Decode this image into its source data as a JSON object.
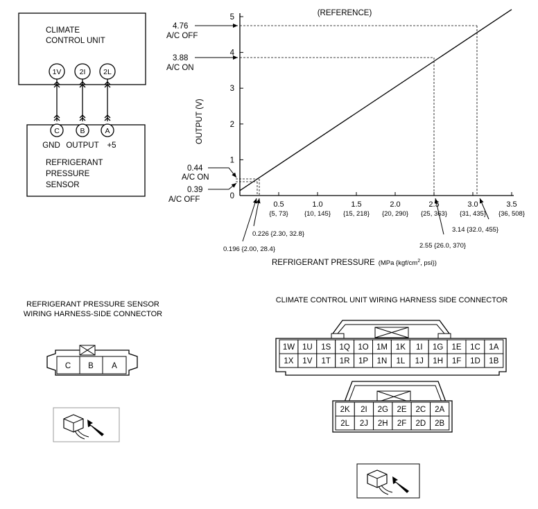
{
  "ccu": {
    "title_line1": "CLIMATE",
    "title_line2": "CONTROL UNIT",
    "terminals": [
      "1V",
      "2I",
      "2L"
    ]
  },
  "sensor": {
    "terminals": [
      "C",
      "B",
      "A"
    ],
    "terminal_labels": [
      "GND",
      "OUTPUT",
      "+5"
    ],
    "name_line1": "REFRIGERANT",
    "name_line2": "PRESSURE",
    "name_line3": "SENSOR"
  },
  "chart_data": {
    "type": "line",
    "title": "(REFERENCE)",
    "ylabel": "OUTPUT (V)",
    "xlabel": "REFRIGERANT PRESSURE",
    "xlabel_unit_prefix": "(MPa {kgf/cm",
    "xlabel_unit_sup": "2",
    "xlabel_unit_suffix": ", psi})",
    "xlim": [
      0,
      3.5
    ],
    "ylim": [
      0,
      5
    ],
    "y_ticks": [
      "0",
      "1",
      "2",
      "3",
      "4",
      "5"
    ],
    "x_ticks": [
      {
        "value": "0.5",
        "sub": "{5, 73}"
      },
      {
        "value": "1.0",
        "sub": "{10, 145}"
      },
      {
        "value": "1.5",
        "sub": "{15, 218}"
      },
      {
        "value": "2.0",
        "sub": "{20, 290}"
      },
      {
        "value": "2.5",
        "sub": "{25, 363}"
      },
      {
        "value": "3.0",
        "sub": "{31, 435}"
      },
      {
        "value": "3.5",
        "sub": "{36, 508}"
      }
    ],
    "x": [
      0,
      3.5
    ],
    "y": [
      0.14,
      5.2
    ],
    "annotations": {
      "ac_off_high_value": "4.76",
      "ac_off_high_label": "A/C OFF",
      "ac_on_high_value": "3.88",
      "ac_on_high_label": "A/C ON",
      "ac_on_low_value": "0.44",
      "ac_on_low_label": "A/C ON",
      "ac_off_low_value": "0.39",
      "ac_off_low_label": "A/C OFF",
      "p_0196": "0.196 {2.00, 28.4}",
      "p_0226": "0.226 {2.30, 32.8}",
      "p_255": "2.55 {26.0, 370}",
      "p_314": "3.14 {32.0, 455}"
    }
  },
  "sensor_connector": {
    "title_line1": "REFRIGERANT PRESSURE SENSOR",
    "title_line2": "WIRING HARNESS-SIDE CONNECTOR",
    "pins": [
      "C",
      "B",
      "A"
    ]
  },
  "ccu_connector": {
    "title": "CLIMATE CONTROL UNIT WIRING HARNESS SIDE CONNECTOR",
    "upper_row1": [
      "1W",
      "1U",
      "1S",
      "1Q",
      "1O",
      "1M",
      "1K",
      "1I",
      "1G",
      "1E",
      "1C",
      "1A"
    ],
    "upper_row2": [
      "1X",
      "1V",
      "1T",
      "1R",
      "1P",
      "1N",
      "1L",
      "1J",
      "1H",
      "1F",
      "1D",
      "1B"
    ],
    "lower_row1": [
      "2K",
      "2I",
      "2G",
      "2E",
      "2C",
      "2A"
    ],
    "lower_row2": [
      "2L",
      "2J",
      "2H",
      "2F",
      "2D",
      "2B"
    ]
  }
}
